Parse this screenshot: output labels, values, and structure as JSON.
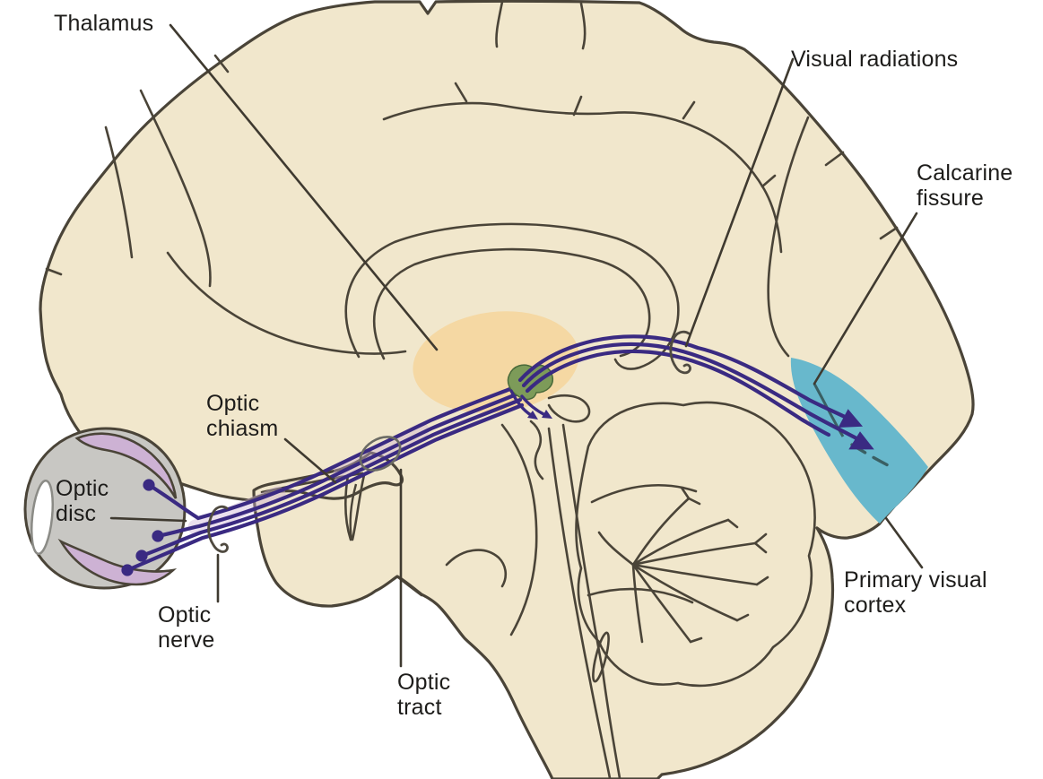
{
  "figure": {
    "subject": "Midsagittal human brain with eye, showing the visual pathway from retina to primary visual cortex"
  },
  "labels": {
    "thalamus": "Thalamus",
    "visual_radiations": "Visual radiations",
    "calcarine_fissure_line1": "Calcarine",
    "calcarine_fissure_line2": "fissure",
    "optic_chiasm_line1": "Optic",
    "optic_chiasm_line2": "chiasm",
    "optic_disc_line1": "Optic",
    "optic_disc_line2": "disc",
    "optic_nerve_line1": "Optic",
    "optic_nerve_line2": "nerve",
    "optic_tract_line1": "Optic",
    "optic_tract_line2": "tract",
    "primary_visual_cortex_line1": "Primary visual",
    "primary_visual_cortex_line2": "cortex"
  },
  "colors": {
    "background": "#ffffff",
    "brain_fill": "#f1e7cc",
    "brain_outline": "#4a4438",
    "thalamus": "#f5d8a3",
    "lgn_green": "#7d9b59",
    "visual_cortex_teal": "#68b8cc",
    "eye_sclera": "#c8c7c3",
    "retina_lavender": "#cdb2d4",
    "lens_white": "#ffffff",
    "fiber_purple": "#3a2a82",
    "fiber_haze": "#cdb2d4",
    "calcarine_dash": "#3a5f63",
    "label_text": "#1d1c1a",
    "leader_line": "#3f3a30"
  },
  "regions": [
    {
      "name": "thalamus",
      "color": "#f5d8a3"
    },
    {
      "name": "lateral-geniculate-nucleus",
      "color": "#7d9b59"
    },
    {
      "name": "primary-visual-cortex",
      "color": "#68b8cc"
    },
    {
      "name": "retina",
      "color": "#cdb2d4"
    },
    {
      "name": "eyeball",
      "color": "#c8c7c3"
    },
    {
      "name": "optic-nerve-fibers",
      "color": "#3a2a82"
    }
  ]
}
